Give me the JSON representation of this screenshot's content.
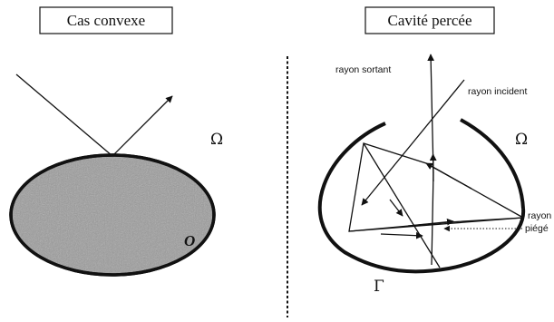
{
  "left_panel": {
    "title": "Cas convexe",
    "domain_label": "Ω",
    "obstacle_label": "O"
  },
  "right_panel": {
    "title": "Cavité percée",
    "domain_label": "Ω",
    "boundary_label": "Γ",
    "outgoing_ray_label": "rayon sortant",
    "incoming_ray_label": "rayon incident",
    "trapped_ray_label_line1": "rayon",
    "trapped_ray_label_line2": "piégé"
  },
  "colors": {
    "ink": "#111111",
    "obstacle_fill": "#9a9a9a",
    "obstacle_texture": "#6e6e6e"
  }
}
